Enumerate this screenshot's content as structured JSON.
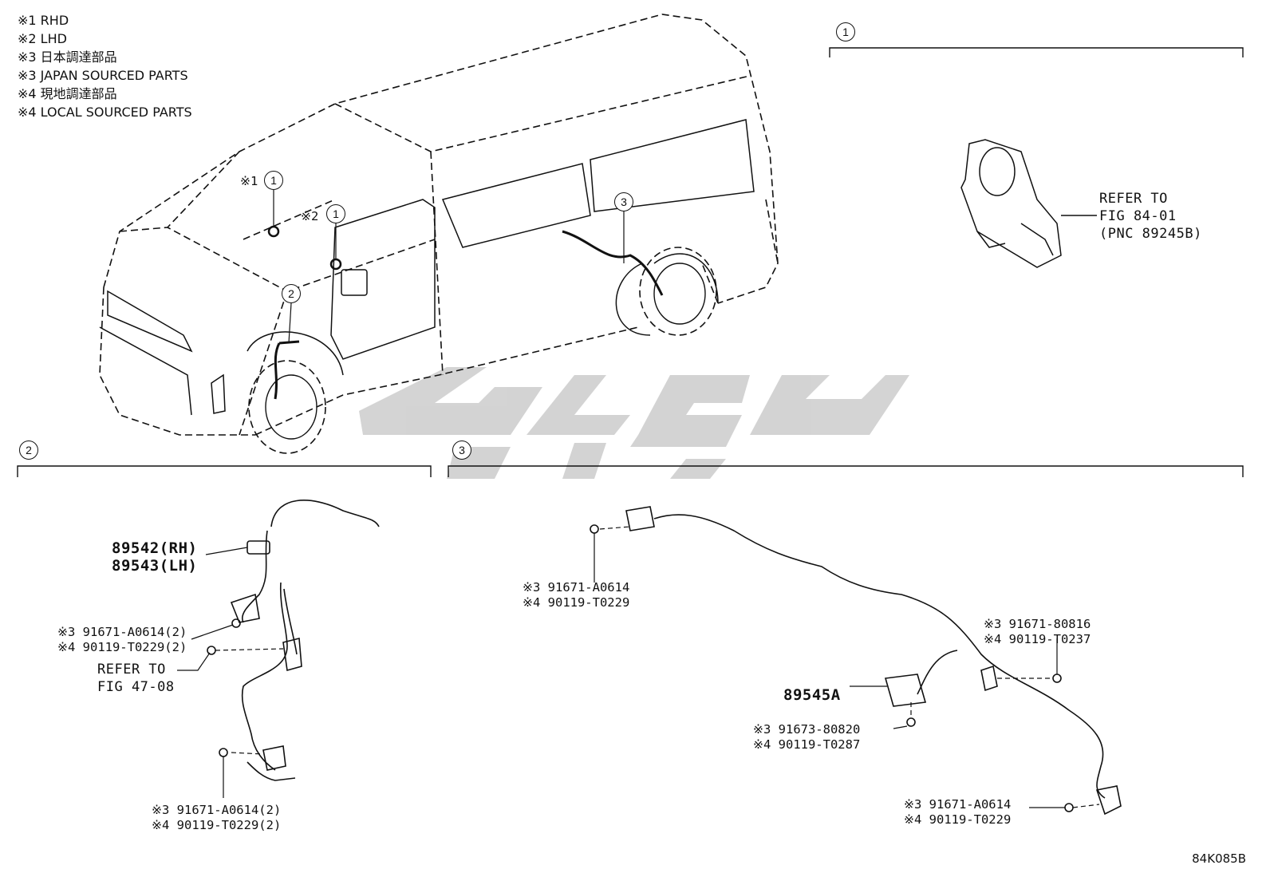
{
  "notes": [
    "※1 RHD",
    "※2 LHD",
    "※3 日本調達部品",
    "※3 JAPAN SOURCED PARTS",
    "※4 現地調達部品",
    "※4 LOCAL SOURCED PARTS"
  ],
  "callouts": {
    "c1": "1",
    "c2": "2",
    "c3": "3",
    "mark_rhd": "※1",
    "mark_lhd": "※2"
  },
  "section1": {
    "ref_line1": "REFER TO",
    "ref_line2": "FIG 84-01",
    "ref_line3": "(PNC 89245B)"
  },
  "section2": {
    "part_rh": "89542(RH)",
    "part_lh": "89543(LH)",
    "bolt_a_line1": "※3 91671-A0614(2)",
    "bolt_a_line2": "※4 90119-T0229(2)",
    "ref_line1": "REFER TO",
    "ref_line2": "FIG 47-08",
    "bolt_b_line1": "※3 91671-A0614(2)",
    "bolt_b_line2": "※4 90119-T0229(2)"
  },
  "section3": {
    "bolt_a_line1": "※3 91671-A0614",
    "bolt_a_line2": "※4 90119-T0229",
    "bolt_b_line1": "※3 91671-80816",
    "bolt_b_line2": "※4 90119-T0237",
    "part": "89545A",
    "bolt_c_line1": "※3 91673-80820",
    "bolt_c_line2": "※4 90119-T0287",
    "bolt_d_line1": "※3 91671-A0614",
    "bolt_d_line2": "※4 90119-T0229"
  },
  "diagram_code": "84K085B"
}
